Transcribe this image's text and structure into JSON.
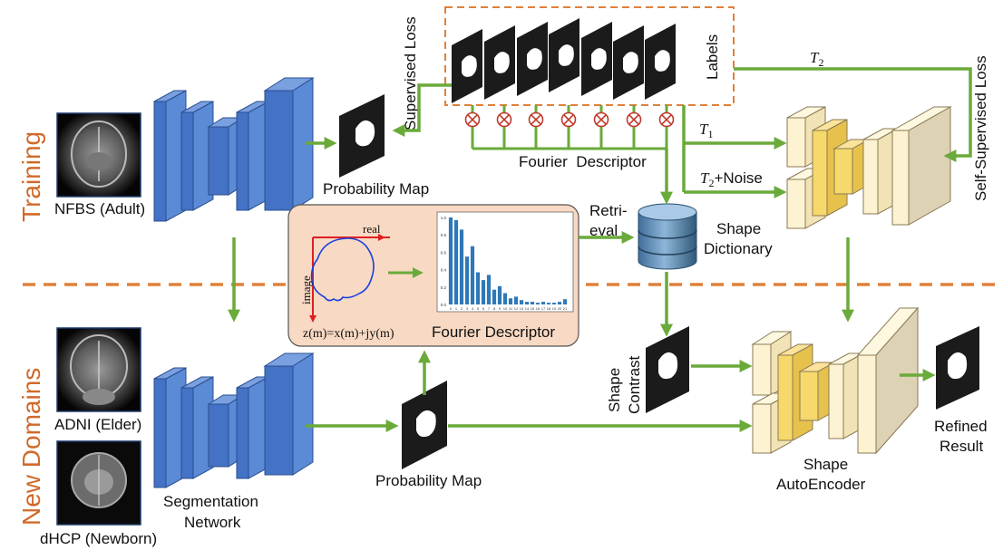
{
  "sections": {
    "training": "Training",
    "new_domains": "New Domains"
  },
  "inputs": {
    "nfbs": "NFBS (Adult)",
    "adni": "ADNI (Elder)",
    "dhcp": "dHCP (Newborn)"
  },
  "segmentation_network": {
    "line1": "Segmentation",
    "line2": "Network"
  },
  "probability_map_top": "Probability Map",
  "probability_map_bottom": "Probability Map",
  "supervised_loss": "Supervised Loss",
  "labels": "Labels",
  "fourier_descriptor_top": "Fourier  Descriptor",
  "inset": {
    "real_axis": "real",
    "image_axis": "image",
    "equation": "z(m)=x(m)+jy(m)",
    "title": "Fourier Descriptor",
    "bar_chart": {
      "ticks": [
        "0",
        "1",
        "2",
        "3",
        "4",
        "5",
        "6",
        "7",
        "8",
        "9",
        "10",
        "11",
        "12",
        "13",
        "14",
        "15",
        "16",
        "17",
        "18",
        "19",
        "20",
        "21"
      ],
      "bars": [
        1.0,
        0.97,
        0.86,
        0.55,
        0.67,
        0.37,
        0.28,
        0.34,
        0.17,
        0.21,
        0.13,
        0.07,
        0.09,
        0.05,
        0.03,
        0.03,
        0.02,
        0.03,
        0.02,
        0.02,
        0.03,
        0.06
      ],
      "y_ticks": [
        "1.0",
        "0.8",
        "0.6",
        "0.4",
        "0.2",
        "0.0"
      ]
    }
  },
  "retrieval": {
    "line1": "Retri-",
    "line2": "eval"
  },
  "shape_dictionary": {
    "line1": "Shape",
    "line2": "Dictionary"
  },
  "t1": "T",
  "t1_sub": "1",
  "t2": "T",
  "t2_sub": "2",
  "t2_noise": "+Noise",
  "self_supervised_loss": "Self-Supervised Loss",
  "shape_contrast": {
    "line1": "Shape",
    "line2": "Contrast"
  },
  "shape_autoencoder": {
    "line1": "Shape",
    "line2": "AutoEncoder"
  },
  "refined_result": {
    "line1": "Refined",
    "line2": "Result"
  },
  "colors": {
    "arrow": "#6aaa3a",
    "network_blue": "#4472c4",
    "accent_orange": "#d06a2a",
    "autoencoder_light": "#fdf3d2",
    "autoencoder_gold": "#f6d86b",
    "autoencoder_tan": "#ddd2b4"
  }
}
